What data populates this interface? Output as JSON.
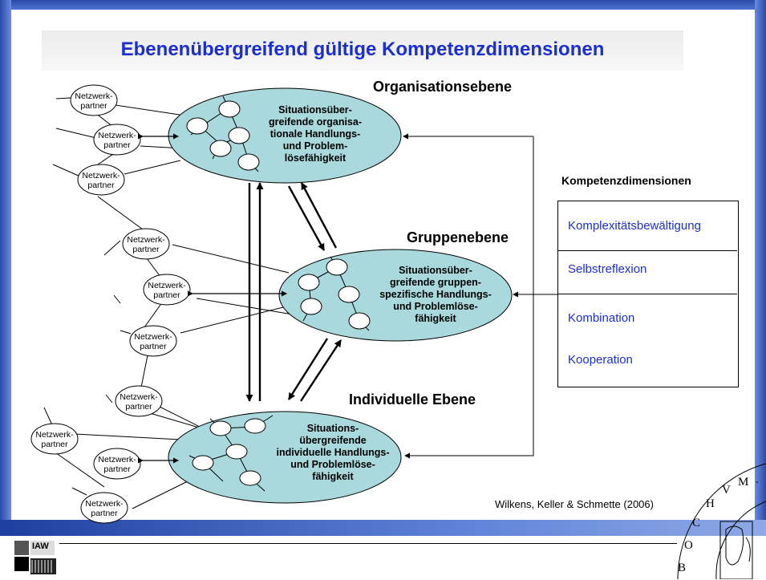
{
  "title": "Ebenenübergreifend gültige Kompetenzdimensionen",
  "levels": {
    "organisation": {
      "label": "Organisationsebene",
      "text": [
        "Situationsüber-",
        "greifende organisa-",
        "tionale Handlungs-",
        "und Problem-",
        "lösefähigkeit"
      ]
    },
    "group": {
      "label": "Gruppenebene",
      "text": [
        "Situationsüber-",
        "greifende gruppen-",
        "spezifische Handlungs-",
        "und Problemlöse-",
        "fähigkeit"
      ]
    },
    "individual": {
      "label": "Individuelle Ebene",
      "text": [
        "Situations-",
        "übergreifende",
        "individuelle Handlungs-",
        "und Problemlöse-",
        "fähigkeit"
      ]
    }
  },
  "partner_label": [
    "Netzwerk-",
    "partner"
  ],
  "dimensions": {
    "title": "Kompetenzdimensionen",
    "items": [
      "Komplexitätsbewältigung",
      "Selbstreflexion",
      "Kombination",
      "Kooperation"
    ]
  },
  "citation": "Wilkens, Keller & Schmette (2006)",
  "seal_text": [
    "B",
    "O",
    "C",
    "H",
    "V",
    "M",
    "."
  ],
  "logo_text": "IAW",
  "colors": {
    "accent_blue": "#1b2fd1",
    "ellipse_fill": "#a9d9dc",
    "frame_blue": "#2a4aa8"
  }
}
